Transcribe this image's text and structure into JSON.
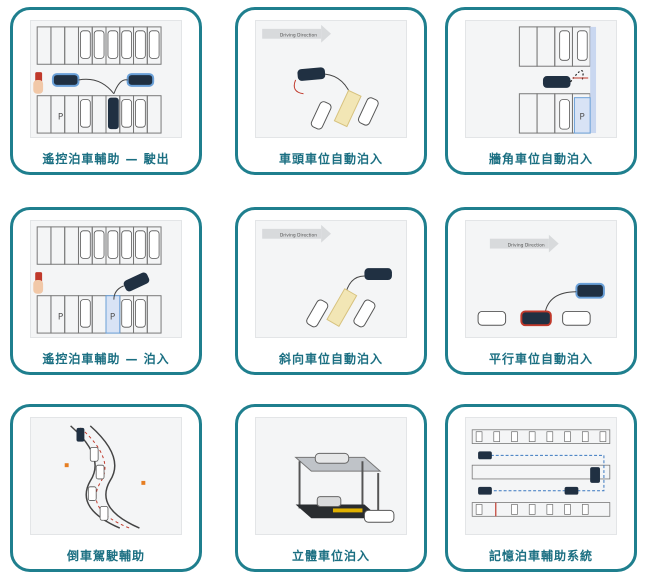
{
  "cards": [
    {
      "caption": "遙控泊車輔助 — 駛出",
      "icon": "remote-exit-illustration"
    },
    {
      "caption": "車頭車位自動泊入",
      "icon": "head-in-illustration",
      "overlay": "Driving Direction"
    },
    {
      "caption": "牆角車位自動泊入",
      "icon": "corner-slot-illustration"
    },
    {
      "caption": "遙控泊車輔助 — 泊入",
      "icon": "remote-park-illustration"
    },
    {
      "caption": "斜向車位自動泊入",
      "icon": "angled-slot-illustration",
      "overlay": "Driving Direction"
    },
    {
      "caption": "平行車位自動泊入",
      "icon": "parallel-slot-illustration",
      "overlay": "Driving Direction"
    },
    {
      "caption": "倒車駕駛輔助",
      "icon": "reverse-assist-illustration"
    },
    {
      "caption": "立體車位泊入",
      "icon": "stacked-garage-illustration"
    },
    {
      "caption": "記憶泊車輔助系統",
      "icon": "memory-parking-illustration"
    }
  ]
}
